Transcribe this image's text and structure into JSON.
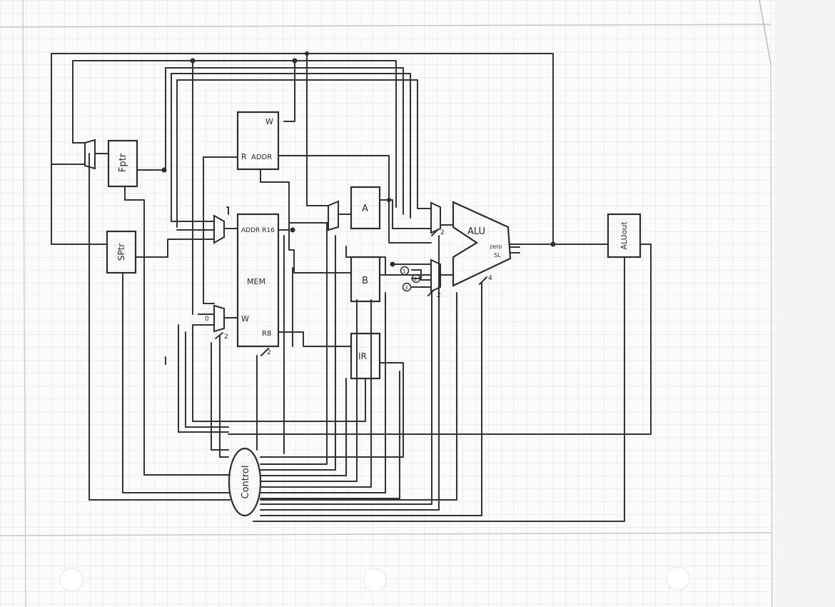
{
  "components": {
    "fptr": {
      "label": "Fptr"
    },
    "sptr": {
      "label": "SPtr"
    },
    "regfile": {
      "w_label": "W",
      "r_label": "R",
      "addr_label": "ADDR"
    },
    "mem": {
      "label": "MEM",
      "addr_label": "ADDR R16",
      "w_label": "W",
      "r_label": "R8"
    },
    "reg_a": {
      "label": "A"
    },
    "reg_b": {
      "label": "B"
    },
    "ir": {
      "label": "IR"
    },
    "alu": {
      "label": "ALU",
      "zero_label": "zero",
      "sl_label": "SL"
    },
    "aluout": {
      "label": "ALUout"
    },
    "control": {
      "label": "Control"
    }
  },
  "mux_inputs": [
    "1",
    "2",
    "3"
  ],
  "mux_select": [
    "2",
    "2",
    "2"
  ],
  "mem_mux_input": "0",
  "bus_widths": {
    "mem": "2",
    "alu": "4"
  },
  "colors": {
    "ink": "#2d2d2d",
    "grid": "#dcdcdc",
    "paper": "#fbfbfb"
  }
}
